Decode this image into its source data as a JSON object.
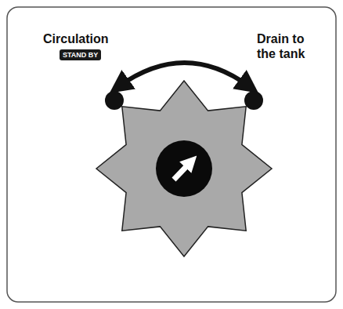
{
  "diagram": {
    "nodes": [
      {
        "text": [
          "STAND BY"
        ]
      }
    ],
    "labels": [
      "Circulation",
      "Drain to the tank"
    ]
  }
}
